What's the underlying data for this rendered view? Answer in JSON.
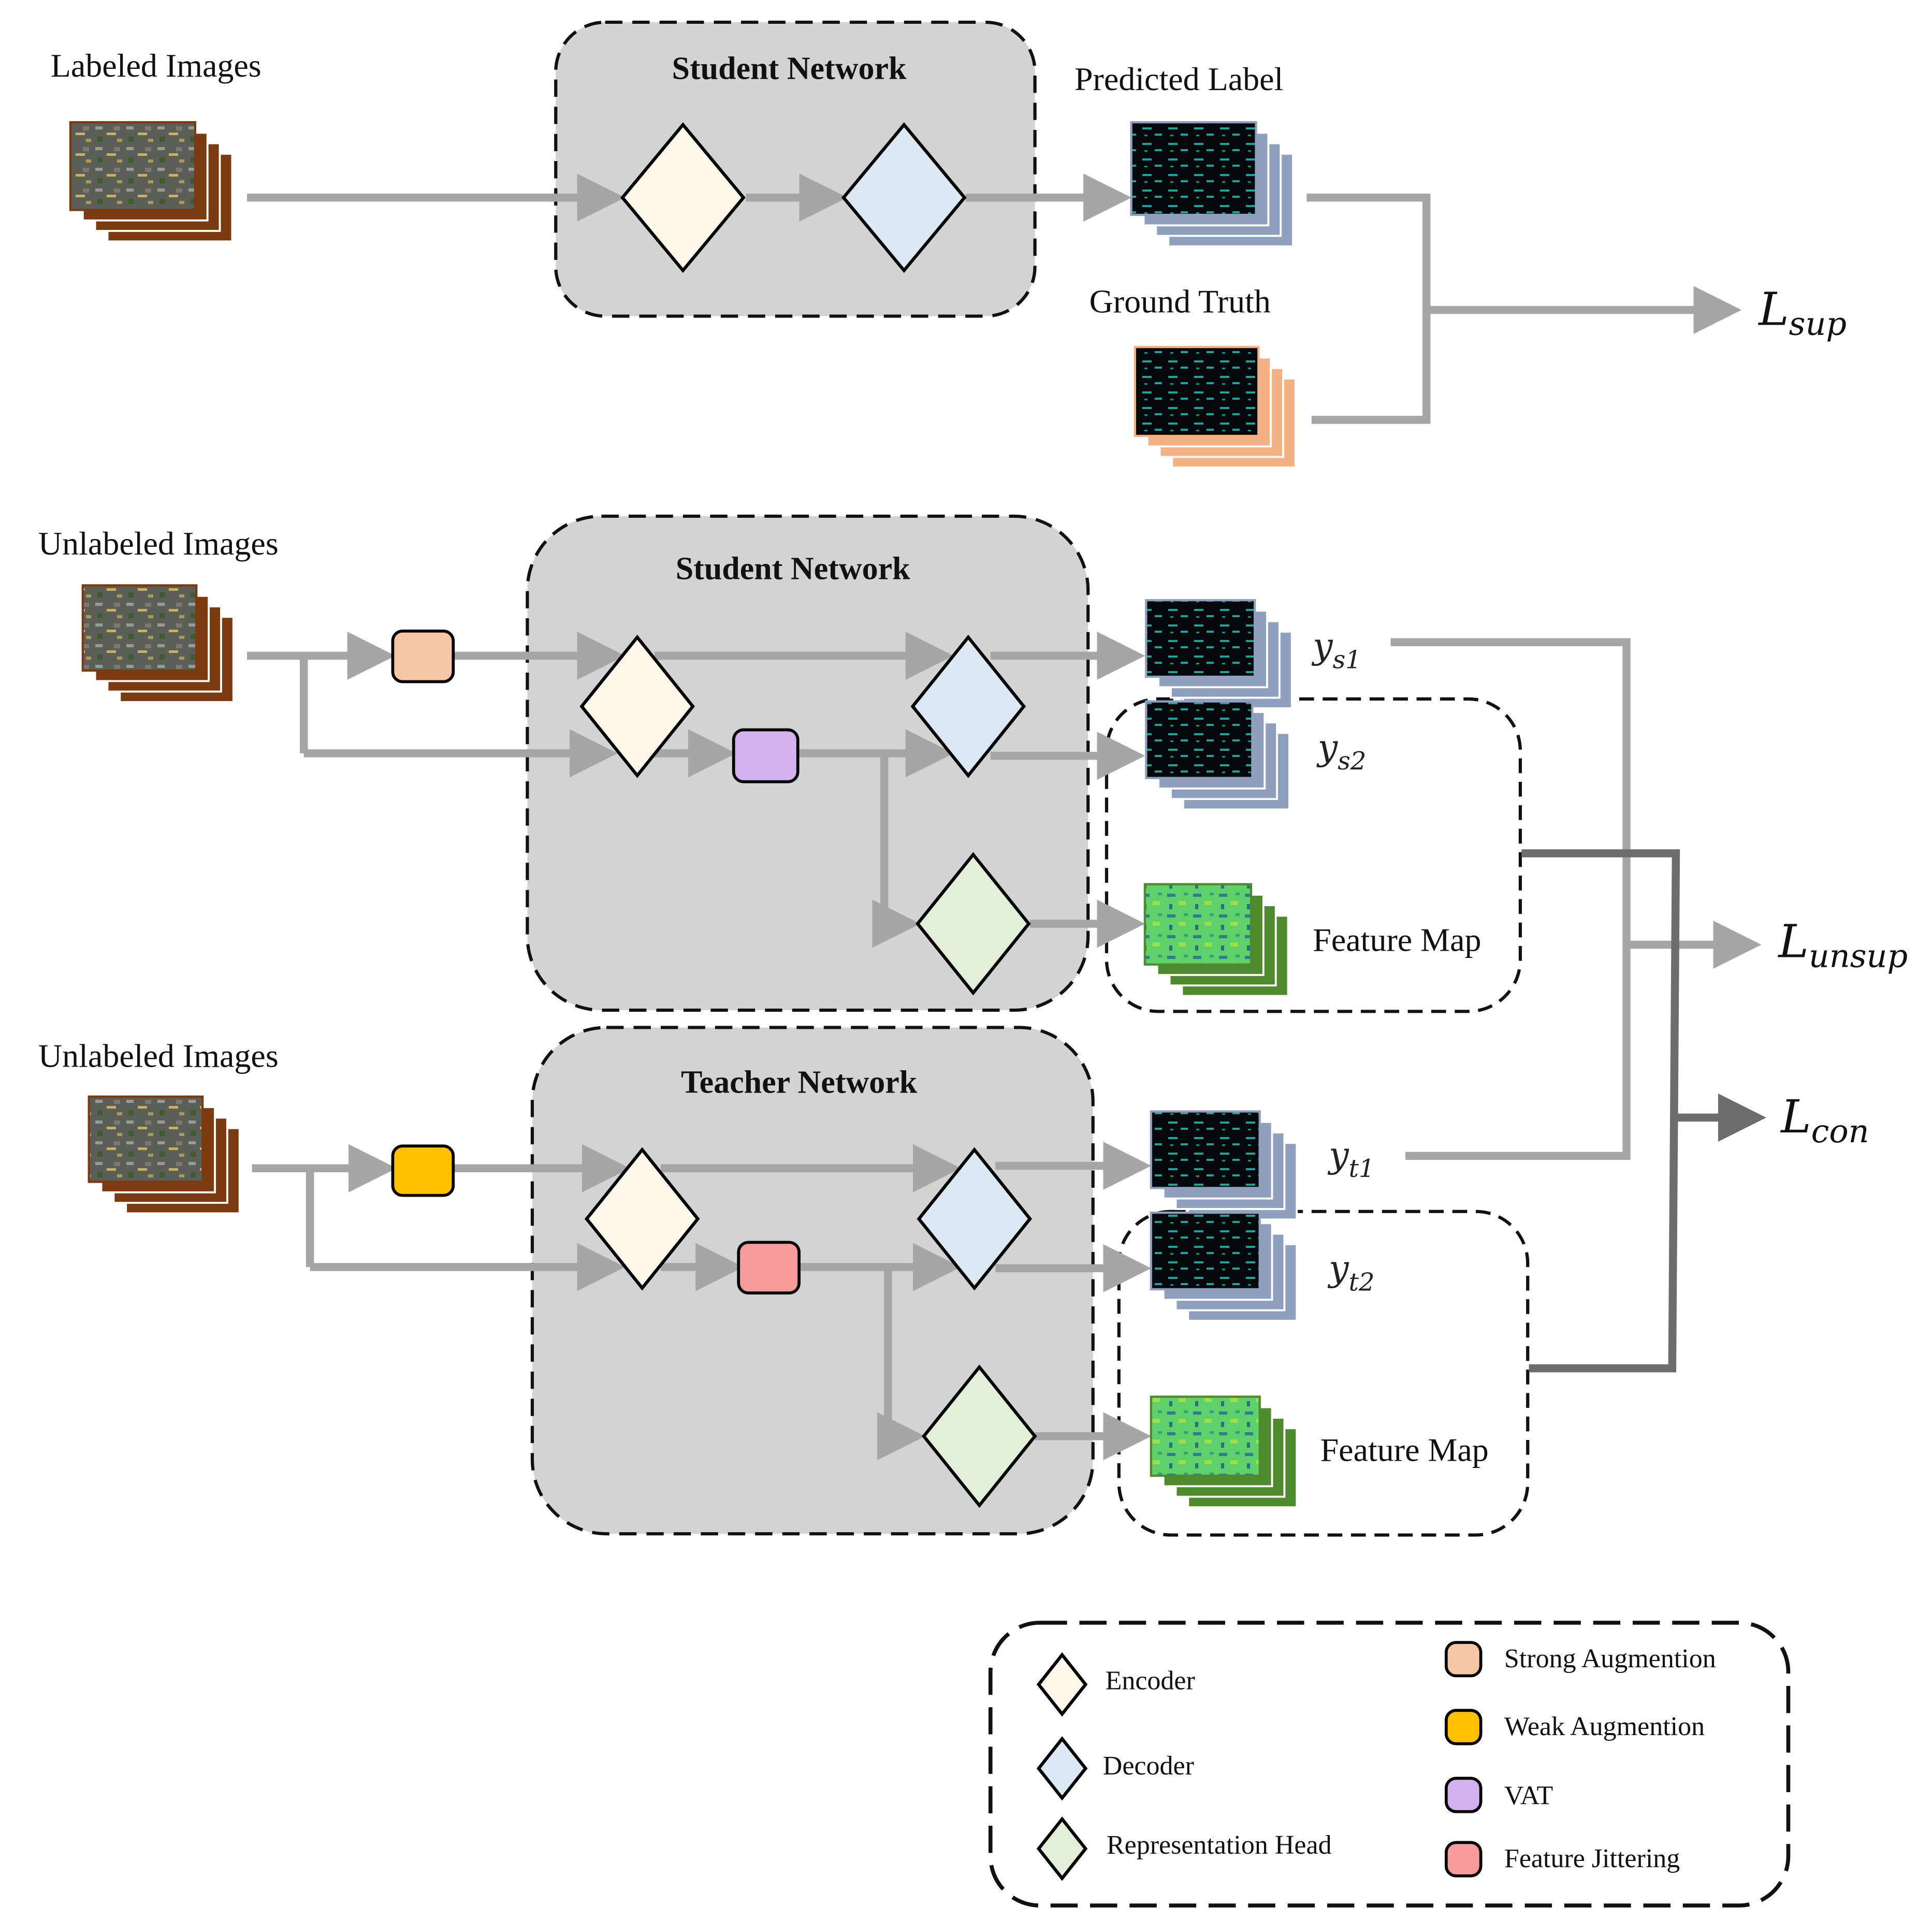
{
  "colors": {
    "encoder": "#fff8eb",
    "decoder": "#dde8f5",
    "representation_head": "#e2efd9",
    "strong_aug": "#f7c6a6",
    "weak_aug": "#ffc000",
    "vat": "#d3b1ec",
    "feature_jitter": "#f99b9b",
    "network_box": "#d3d3d3",
    "arrow_light": "#a6a6a6",
    "arrow_dark": "#6d6d6d",
    "image_stack_border": "#7b3a10",
    "pred_stack": "#8ea0bd",
    "gt_stack": "#f4b183",
    "feature_stack": "#4f8a2e"
  },
  "labeled_branch": {
    "input_label": "Labeled Images",
    "network_title": "Student Network",
    "predicted_label": "Predicted Label",
    "ground_truth": "Ground  Truth",
    "loss": {
      "symbol": "L",
      "subscript": "sup"
    }
  },
  "student_branch": {
    "input_label": "Unlabeled Images",
    "network_title": "Student Network",
    "out1": {
      "symbol": "y",
      "subscript": "s1"
    },
    "out2": {
      "symbol": "y",
      "subscript": "s2"
    },
    "feature_map": "Feature  Map"
  },
  "teacher_branch": {
    "input_label": "Unlabeled Images",
    "network_title": "Teacher  Network",
    "out1": {
      "symbol": "y",
      "subscript": "t1"
    },
    "out2": {
      "symbol": "y",
      "subscript": "t2"
    },
    "feature_map": "Feature  Map"
  },
  "losses": {
    "unsup": {
      "symbol": "L",
      "subscript": "unsup"
    },
    "con": {
      "symbol": "L",
      "subscript": "con"
    }
  },
  "legend": {
    "encoder": "Encoder",
    "decoder": "Decoder",
    "representation_head": "Representation Head",
    "strong_aug": "Strong Augmention",
    "weak_aug": "Weak Augmention",
    "vat": "VAT",
    "feature_jitter": "Feature  Jittering"
  },
  "icons": [
    "encoder-diamond-icon",
    "decoder-diamond-icon",
    "representation-head-diamond-icon",
    "image-stack-icon",
    "arrow-icon"
  ]
}
